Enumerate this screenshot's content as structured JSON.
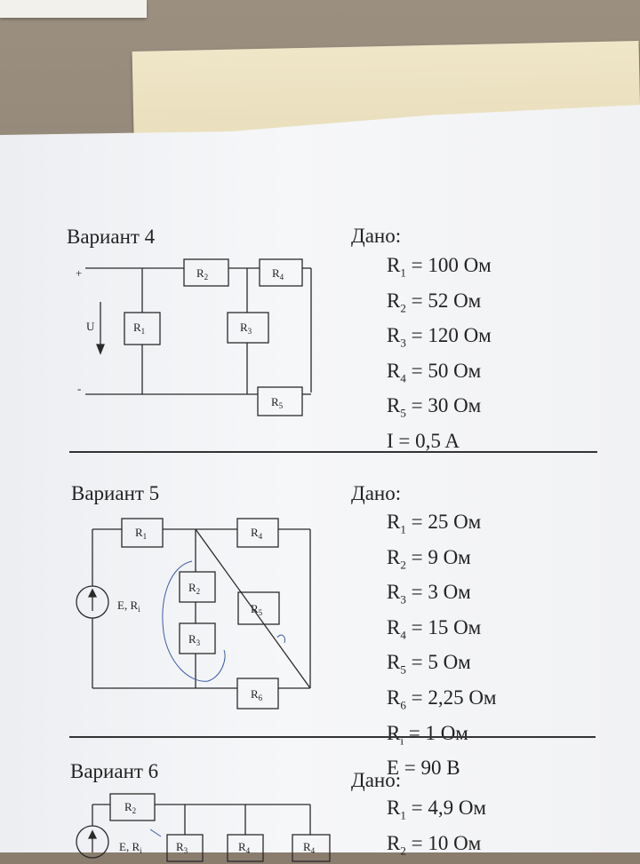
{
  "variants": [
    {
      "title": "Вариант 4",
      "given_title": "Дано:",
      "given": [
        {
          "sym": "R",
          "sub": "1",
          "rest": " = 100 Ом"
        },
        {
          "sym": "R",
          "sub": "2",
          "rest": " = 52 Ом"
        },
        {
          "sym": "R",
          "sub": "3",
          "rest": " = 120 Ом"
        },
        {
          "sym": "R",
          "sub": "4",
          "rest": " = 50 Ом"
        },
        {
          "sym": "R",
          "sub": "5",
          "rest": " = 30 Ом"
        },
        {
          "sym": "I = 0,5 A",
          "sub": "",
          "rest": ""
        }
      ],
      "circuit_labels": {
        "plus": "+",
        "minus": "-",
        "u": "U",
        "r1": "R",
        "r1s": "1",
        "r2": "R",
        "r2s": "2",
        "r3": "R",
        "r3s": "3",
        "r4": "R",
        "r4s": "4",
        "r5": "R",
        "r5s": "5"
      }
    },
    {
      "title": "Вариант 5",
      "given_title": "Дано:",
      "given": [
        {
          "sym": "R",
          "sub": "1",
          "rest": " = 25 Ом"
        },
        {
          "sym": "R",
          "sub": "2",
          "rest": " = 9 Ом"
        },
        {
          "sym": "R",
          "sub": "3",
          "rest": " = 3 Ом"
        },
        {
          "sym": "R",
          "sub": "4",
          "rest": " = 15 Ом"
        },
        {
          "sym": "R",
          "sub": "5",
          "rest": " = 5 Ом"
        },
        {
          "sym": "R",
          "sub": "6",
          "rest": " = 2,25 Ом"
        },
        {
          "sym": "R",
          "sub": "i",
          "rest": " = 1 Ом"
        },
        {
          "sym": "E = 90 B",
          "sub": "",
          "rest": ""
        }
      ],
      "circuit_labels": {
        "e": "E, R",
        "es": "i",
        "r1": "R",
        "r1s": "1",
        "r2": "R",
        "r2s": "2",
        "r3": "R",
        "r3s": "3",
        "r4": "R",
        "r4s": "4",
        "r5": "R",
        "r5s": "5",
        "r6": "R",
        "r6s": "6"
      }
    },
    {
      "title": "Вариант 6",
      "given_title": "Дано:",
      "given": [
        {
          "sym": "R",
          "sub": "1",
          "rest": " = 4,9 Ом"
        },
        {
          "sym": "R",
          "sub": "2",
          "rest": " = 10 Ом"
        }
      ],
      "circuit_labels": {
        "e": "E, R",
        "es": "i",
        "r2": "R",
        "r2s": "2",
        "r3": "R",
        "r3s": "3",
        "r4": "R",
        "r4s": "4",
        "r5": "R",
        "r5s": "4"
      }
    }
  ]
}
